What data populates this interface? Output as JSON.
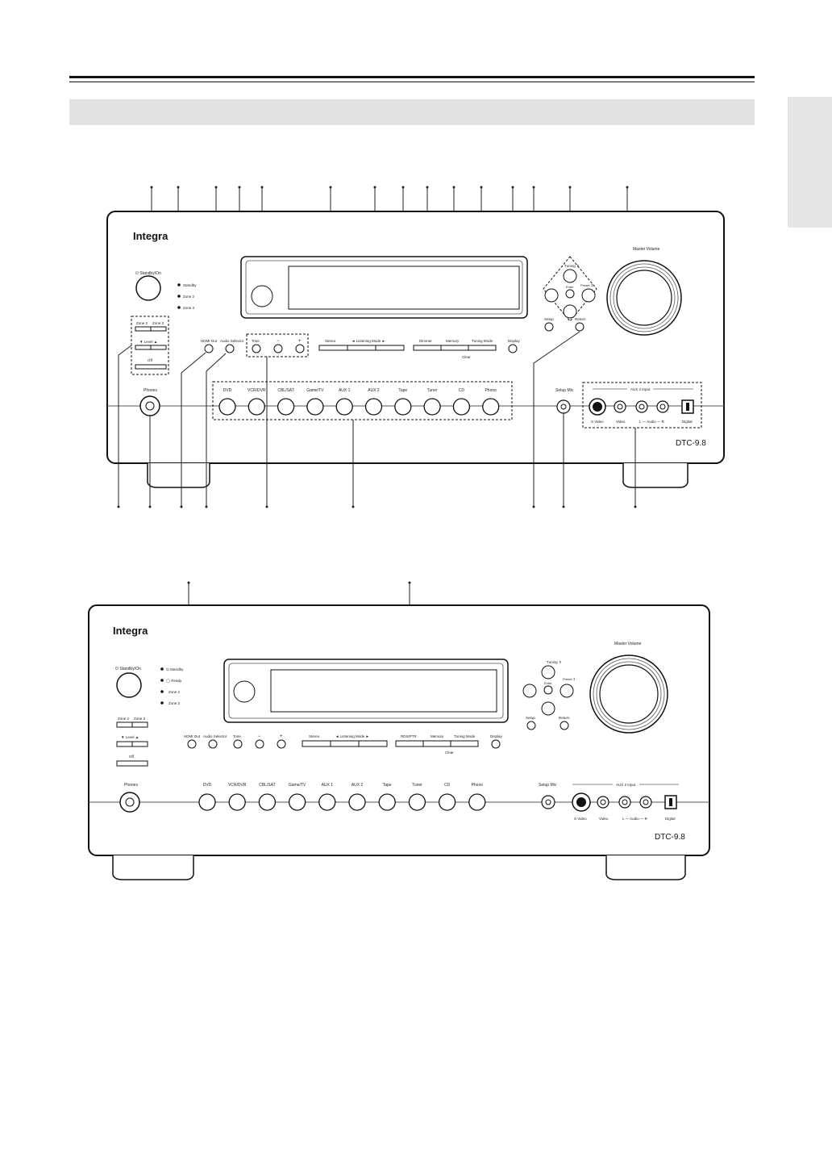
{
  "brand": "Integra",
  "model": "DTC-9.8",
  "front_panel": {
    "labels": {
      "standby_on": "⏻ Standby/On",
      "standby": "Standby",
      "zone2": "Zone 2",
      "zone3": "Zone 3",
      "master_volume": "Master Volume",
      "tuning": "Tuning ⇕",
      "enter": "Enter",
      "preset": "Preset ⇕",
      "setup": "Setup",
      "return": "Return",
      "hdmi_out": "HDMI Out",
      "audio_selector": "Audio Selector",
      "tone": "Tone",
      "minus": "−",
      "plus": "+",
      "stereo": "Stereo",
      "listening_mode": "◄ Listening Mode ►",
      "dimmer": "Dimmer",
      "memory": "Memory",
      "tuning_mode": "Tuning Mode",
      "clear": "Clear",
      "display": "Display",
      "phones": "Phones",
      "setup_mic": "Setup Mic",
      "aux2_input": "AUX 2 Input",
      "s_video": "S Video",
      "video": "Video",
      "audio_lr": "L — Audio — R",
      "digital": "Digital",
      "zone2_btn": "Zone 2",
      "zone3_btn": "Zone 3",
      "level": "▼ Level ▲",
      "off": "Off"
    },
    "inputs": [
      "DVD",
      "VCR/DVR",
      "CBL/SAT",
      "Game/TV",
      "AUX 1",
      "AUX 2",
      "Tape",
      "Tuner",
      "CD",
      "Phono"
    ]
  },
  "second_panel": {
    "labels": {
      "standby": "⏻ Standby",
      "ready": "◯ Ready",
      "zone2": "Zone 2",
      "zone3": "Zone 3",
      "rds_ptr": "RDS/PTR"
    }
  }
}
